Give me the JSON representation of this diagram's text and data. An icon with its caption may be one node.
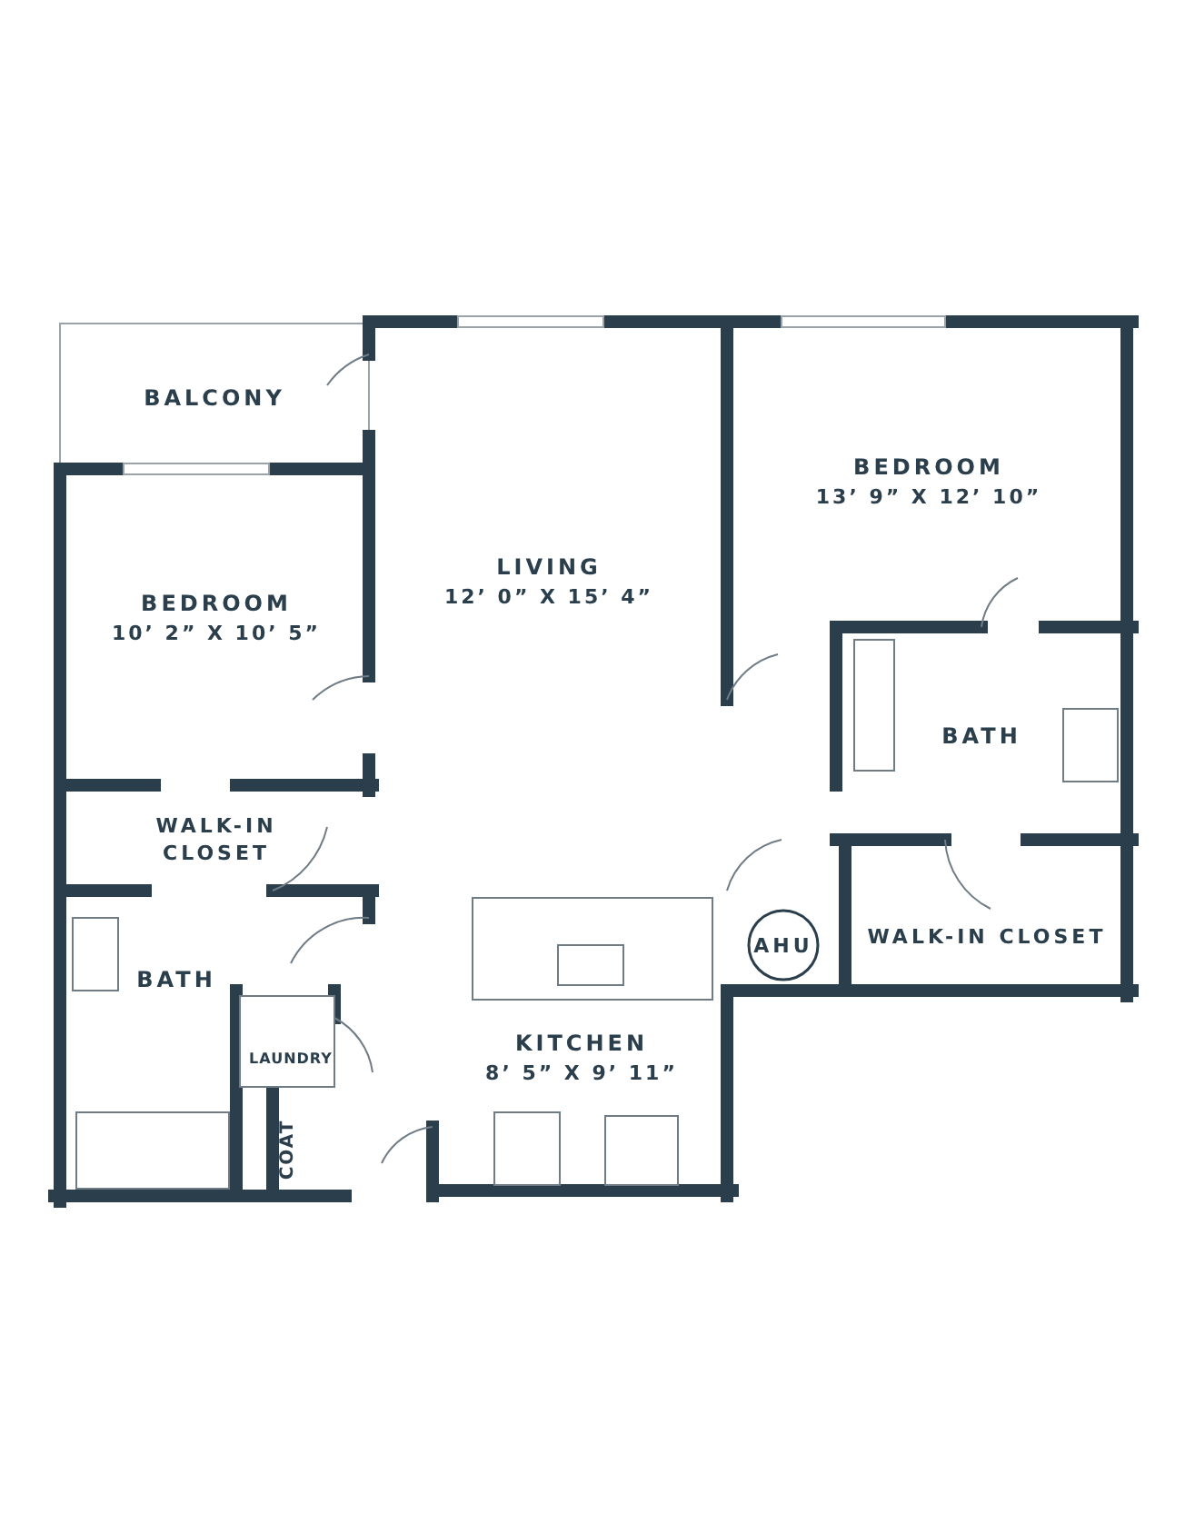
{
  "diagram": {
    "nodes": [
      {
        "text": [
          "BALCONY"
        ]
      },
      {
        "text": [
          "BEDROOM",
          "13’ 9” X 12’ 10”"
        ]
      },
      {
        "text": [
          "LIVING",
          "12’ 0” X 15’ 4”"
        ]
      },
      {
        "text": [
          "BEDROOM",
          "10’ 2” X 10’ 5”"
        ]
      },
      {
        "text": [
          "BATH"
        ]
      },
      {
        "text": [
          "WALK-IN CLOSET"
        ]
      },
      {
        "text": [
          "AHU"
        ]
      },
      {
        "text": [
          "WALK-IN CLOSET"
        ]
      },
      {
        "text": [
          "BATH"
        ]
      },
      {
        "text": [
          "LAUNDRY"
        ]
      },
      {
        "text": [
          "KITCHEN",
          "8’ 5” X 9’ 11”"
        ]
      },
      {
        "text": [
          "COAT"
        ]
      }
    ]
  }
}
